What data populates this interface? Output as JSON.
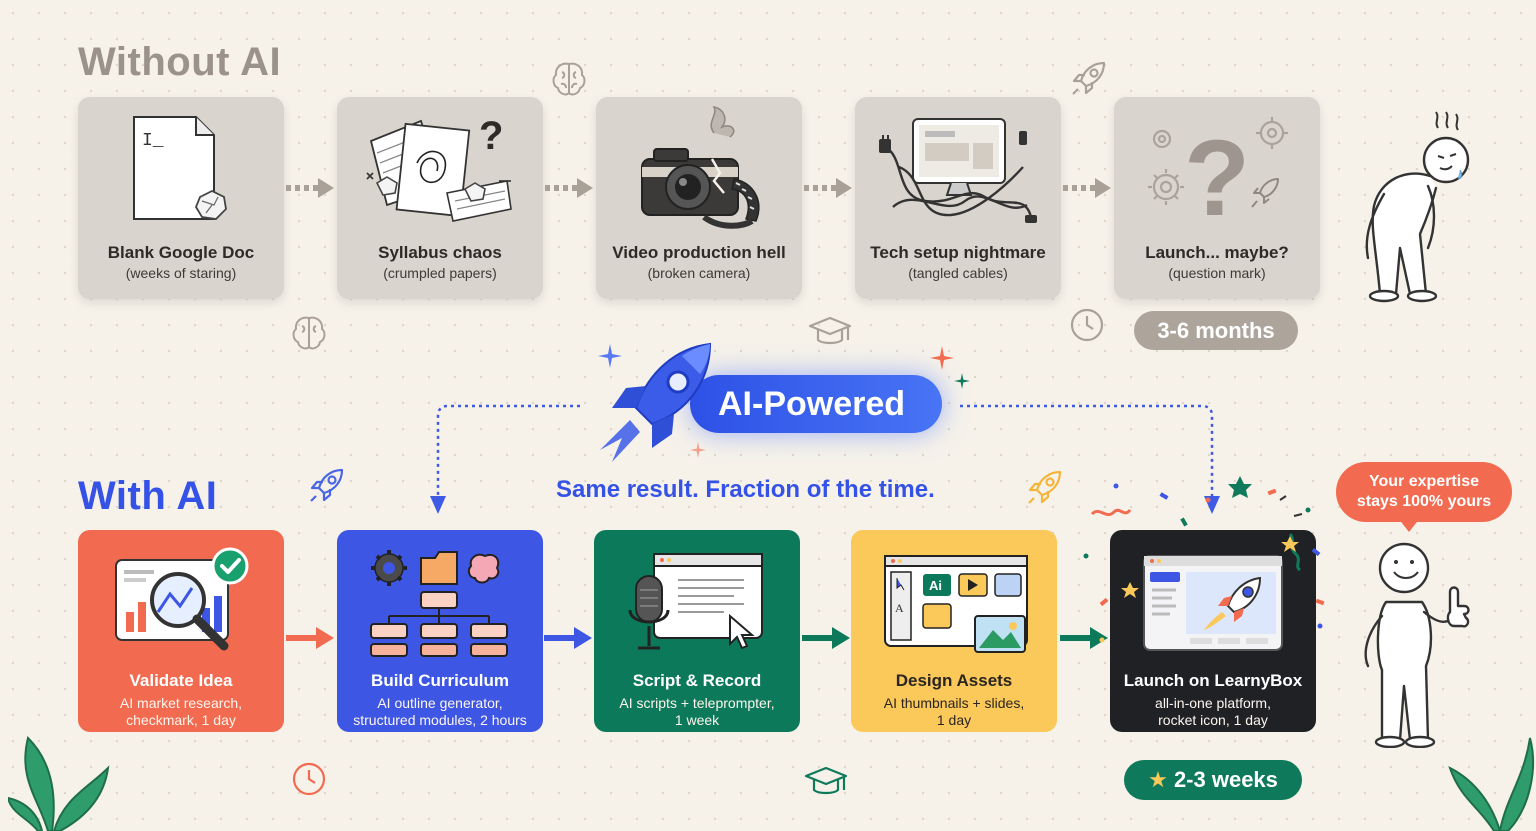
{
  "without_ai": {
    "title": "Without AI",
    "steps": [
      {
        "title": "Blank Google Doc",
        "subtitle": "(weeks of staring)",
        "icon": "blank-document-icon"
      },
      {
        "title": "Syllabus chaos",
        "subtitle": "(crumpled papers)",
        "icon": "crumpled-papers-icon"
      },
      {
        "title": "Video production hell",
        "subtitle": "(broken camera)",
        "icon": "broken-camera-icon"
      },
      {
        "title": "Tech setup nightmare",
        "subtitle": "(tangled cables)",
        "icon": "tangled-cables-icon"
      },
      {
        "title": "Launch... maybe?",
        "subtitle": "(question mark)",
        "icon": "question-mark-icon"
      }
    ],
    "duration": "3-6 months"
  },
  "ai_badge": {
    "label": "AI-Powered",
    "icon": "rocket-icon"
  },
  "tagline": "Same result. Fraction of the time.",
  "with_ai": {
    "title": "With AI",
    "steps": [
      {
        "title": "Validate Idea",
        "subtitle_line1": "AI market research,",
        "subtitle_line2": "checkmark, 1 day",
        "icon": "magnifier-chart-icon",
        "color": "#f26a4f"
      },
      {
        "title": "Build Curriculum",
        "subtitle_line1": "AI outline generator,",
        "subtitle_line2": "structured modules, 2 hours",
        "icon": "org-chart-icon",
        "color": "#3d56e3"
      },
      {
        "title": "Script & Record",
        "subtitle_line1": "AI scripts + teleprompter,",
        "subtitle_line2": "1 week",
        "icon": "microphone-icon",
        "color": "#0c7a5a"
      },
      {
        "title": "Design Assets",
        "subtitle_line1": "AI thumbnails + slides,",
        "subtitle_line2": "1 day",
        "icon": "design-tool-icon",
        "color": "#fbc85a"
      },
      {
        "title": "Launch on LearnyBox",
        "subtitle_line1": "all-in-one platform,",
        "subtitle_line2": "rocket icon, 1 day",
        "icon": "rocket-screen-icon",
        "color": "#202125"
      }
    ],
    "duration": "2-3 weeks",
    "duration_icon": "star-icon"
  },
  "speech_bubble": {
    "line1": "Your expertise",
    "line2": "stays 100% yours"
  },
  "colors": {
    "background": "#f6f2ea",
    "grey_card": "#d9d4cd",
    "accent_blue": "#3552e6",
    "accent_green": "#0f7a5b",
    "accent_orange": "#f26a4f"
  }
}
